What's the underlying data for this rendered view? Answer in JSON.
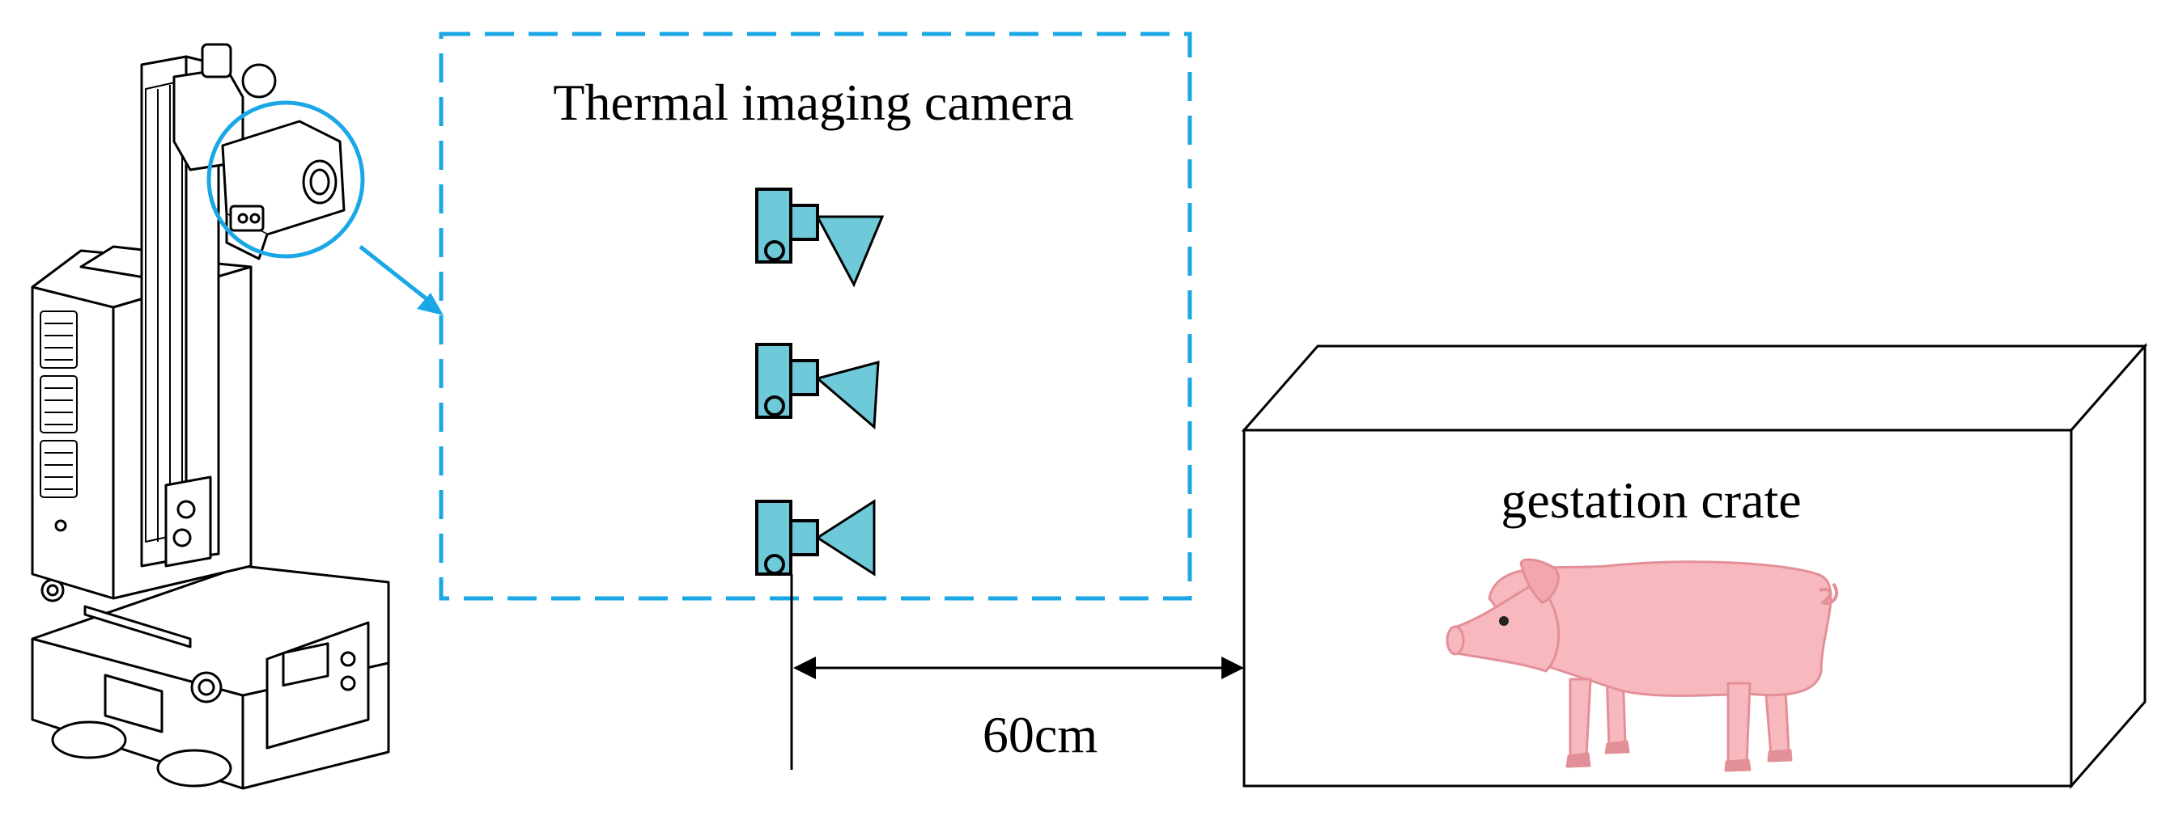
{
  "labels": {
    "camera_title": "Thermal imaging camera",
    "crate_label": "gestation crate",
    "distance_label": "60cm"
  },
  "colors": {
    "accent_blue": "#1aa7e6",
    "camera_fill": "#6ec9d9",
    "pig_body": "#f7b9bd",
    "pig_outline": "#e38f98",
    "line": "#000000"
  },
  "icons": {
    "robot": "inspection-robot-icon",
    "camera": "thermal-camera-icon",
    "pig": "pig-icon"
  },
  "camera_count": 3
}
